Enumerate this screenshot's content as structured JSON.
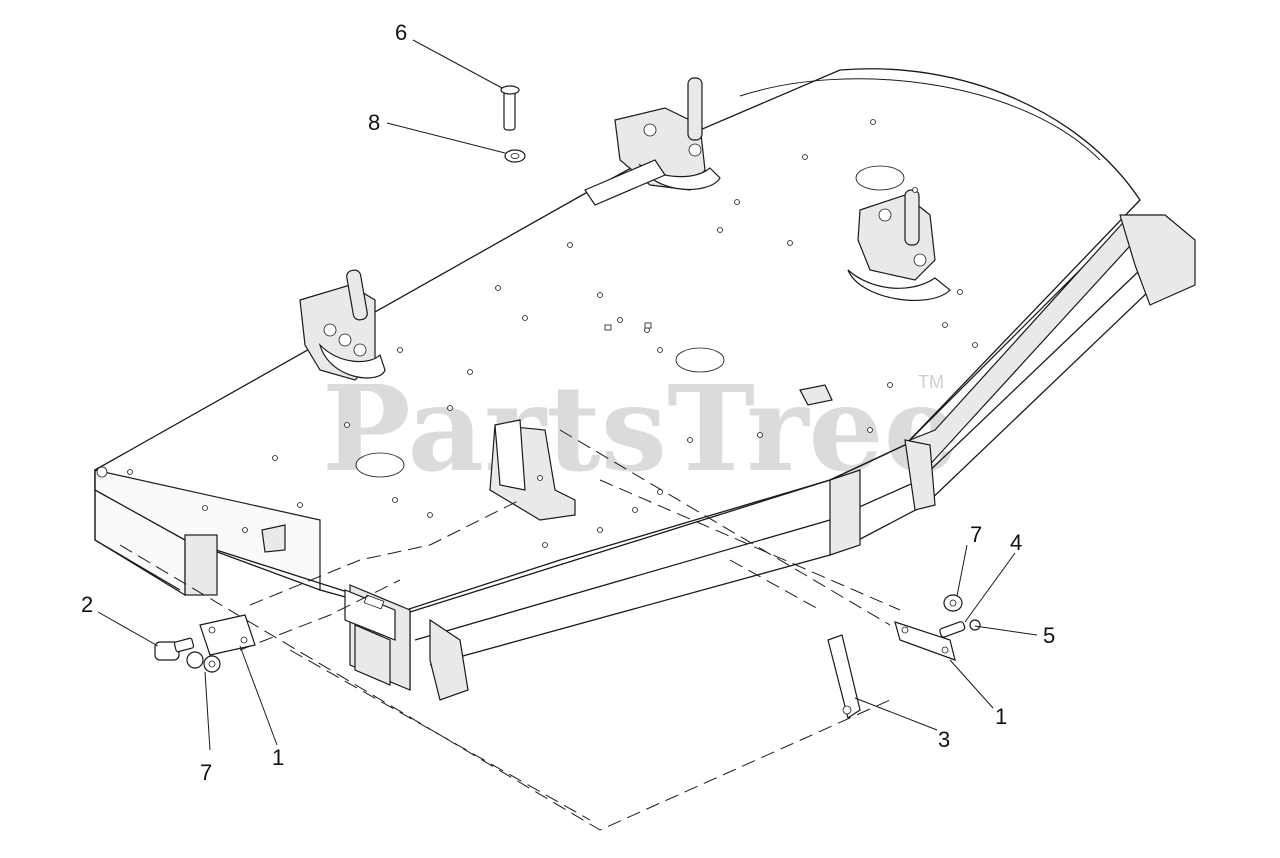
{
  "watermark": {
    "text": "PartsTree",
    "trademark": "TM",
    "color": "#cfcfcf"
  },
  "callouts": [
    {
      "id": "c6",
      "label": "6"
    },
    {
      "id": "c8",
      "label": "8"
    },
    {
      "id": "c2",
      "label": "2"
    },
    {
      "id": "c7a",
      "label": "7"
    },
    {
      "id": "c1a",
      "label": "1"
    },
    {
      "id": "c7b",
      "label": "7"
    },
    {
      "id": "c4",
      "label": "4"
    },
    {
      "id": "c5",
      "label": "5"
    },
    {
      "id": "c1b",
      "label": "1"
    },
    {
      "id": "c3",
      "label": "3"
    }
  ]
}
